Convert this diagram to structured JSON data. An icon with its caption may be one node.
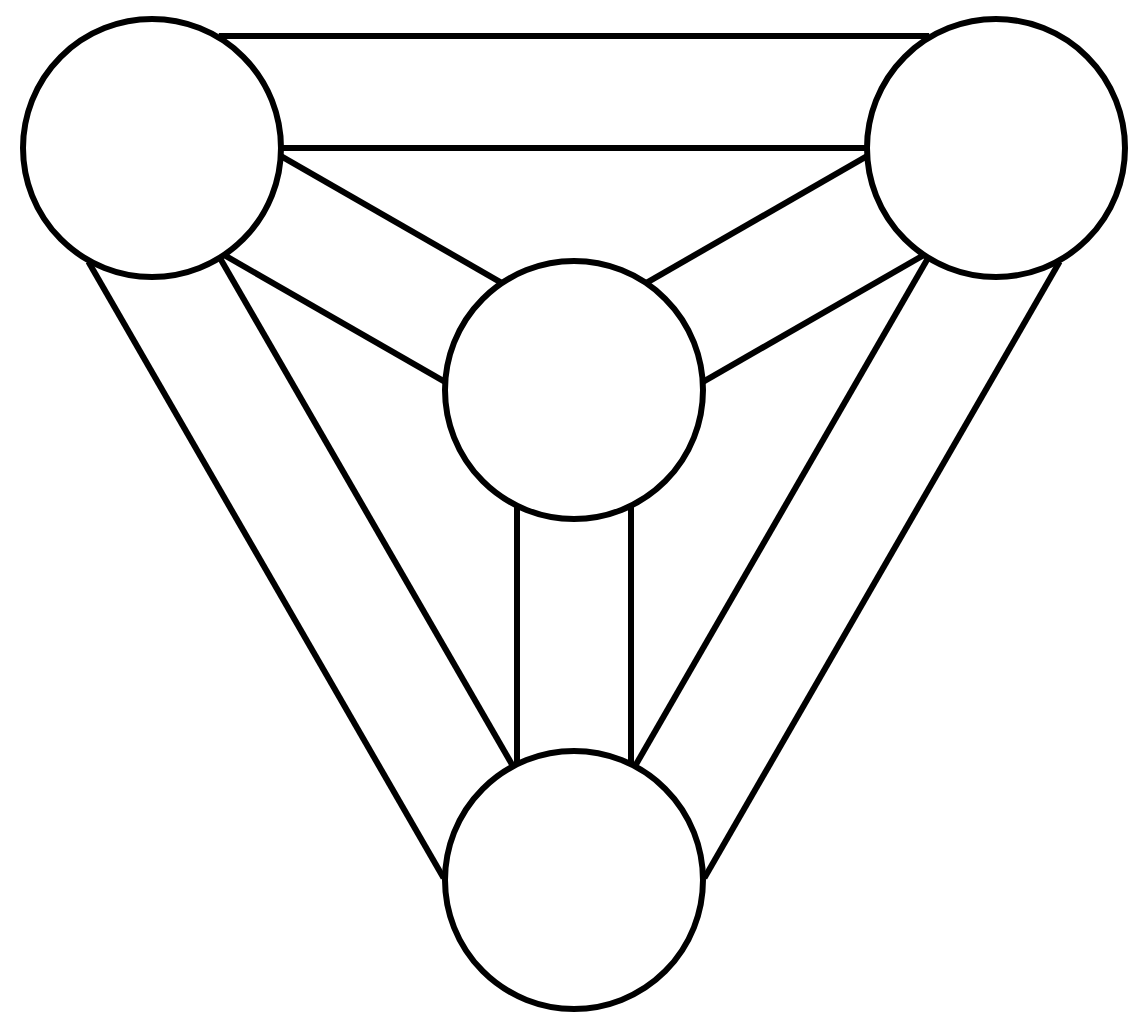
{
  "diagram": {
    "nodes": [
      {
        "text": [],
        "shape": "circle"
      },
      {
        "text": [],
        "shape": "circle"
      },
      {
        "text": [],
        "shape": "circle"
      },
      {
        "text": [],
        "shape": "circle"
      }
    ],
    "edges": [
      {
        "from": 0,
        "to": 1,
        "arrow": "none"
      },
      {
        "from": 0,
        "to": 1,
        "arrow": "none"
      },
      {
        "from": 0,
        "to": 2,
        "arrow": "none"
      },
      {
        "from": 0,
        "to": 2,
        "arrow": "none"
      },
      {
        "from": 1,
        "to": 2,
        "arrow": "none"
      },
      {
        "from": 1,
        "to": 2,
        "arrow": "none"
      },
      {
        "from": 0,
        "to": 3,
        "arrow": "none"
      },
      {
        "from": 0,
        "to": 3,
        "arrow": "none"
      },
      {
        "from": 1,
        "to": 3,
        "arrow": "none"
      },
      {
        "from": 1,
        "to": 3,
        "arrow": "none"
      },
      {
        "from": 2,
        "to": 3,
        "arrow": "none"
      },
      {
        "from": 2,
        "to": 3,
        "arrow": "none"
      }
    ]
  }
}
